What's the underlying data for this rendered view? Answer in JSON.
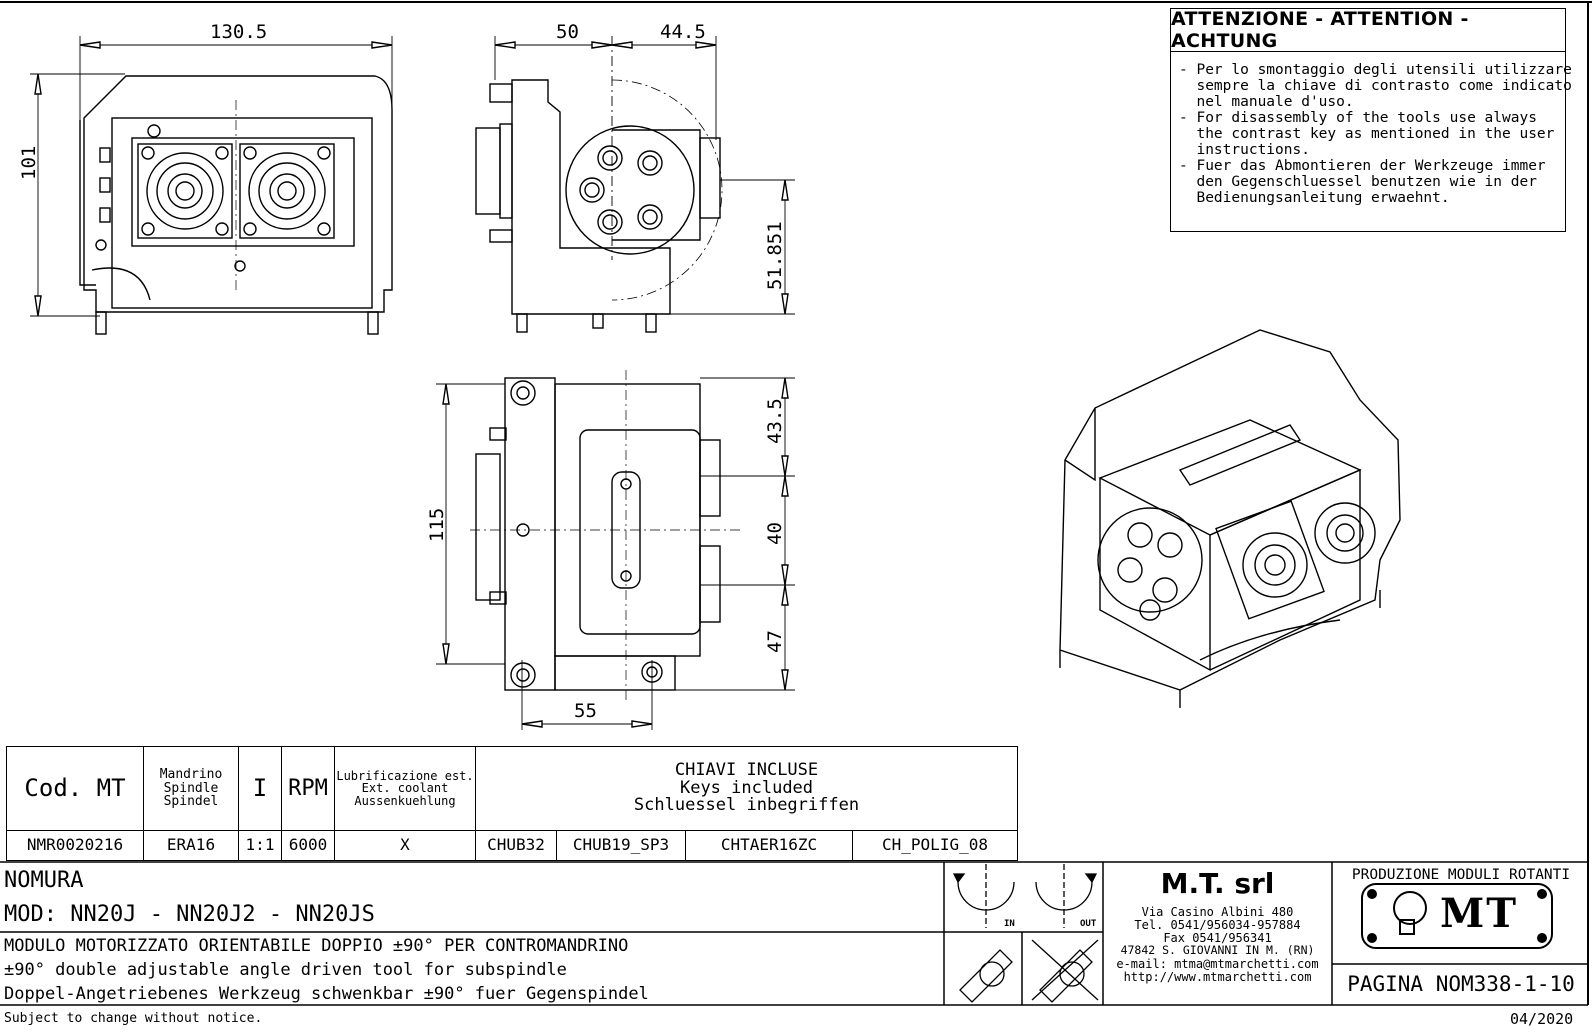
{
  "dimensions": {
    "front_width": "130.5",
    "front_height": "101",
    "side_width_a": "50",
    "side_width_b": "44.5",
    "side_height": "51.851",
    "bottom_width": "55",
    "top_height": "115",
    "right_h1": "43.5",
    "right_h2": "40",
    "right_h3": "47"
  },
  "warning": {
    "title": "ATTENZIONE - ATTENTION - ACHTUNG",
    "lines": [
      "- Per lo smontaggio degli utensili utilizzare",
      "  sempre la chiave di contrasto come indicato",
      "  nel manuale d'uso.",
      "- For disassembly of the tools use always",
      "  the contrast key as mentioned in the user",
      "  instructions.",
      "- Fuer das Abmontieren der Werkzeuge immer",
      "  den Gegenschluessel benutzen wie in der",
      "  Bedienungsanleitung erwaehnt."
    ]
  },
  "spec_table": {
    "header": {
      "cod": "Cod. MT",
      "spindle": [
        "Mandrino",
        "Spindle",
        "Spindel"
      ],
      "ratio": "I",
      "rpm": "RPM",
      "coolant": [
        "Lubrificazione est.",
        "Ext. coolant",
        "Aussenkuehlung"
      ],
      "keys": [
        "CHIAVI INCLUSE",
        "Keys included",
        "Schluessel inbegriffen"
      ]
    },
    "row": {
      "cod": "NMR0020216",
      "spindle": "ERA16",
      "ratio": "1:1",
      "rpm": "6000",
      "coolant": "X",
      "keys": [
        "CHUB32",
        "CHUB19_SP3",
        "CHTAER16ZC",
        "CH_POLIG_08"
      ]
    }
  },
  "title_block": {
    "brand": "NOMURA",
    "model": "MOD: NN20J - NN20J2 - NN20JS",
    "desc_it": "MODULO MOTORIZZATO ORIENTABILE DOPPIO ±90° PER CONTROMANDRINO",
    "desc_en": "±90° double adjustable angle driven tool for subspindle",
    "desc_de": "Doppel-Angetriebenes Werkzeug schwenkbar ±90° fuer Gegenspindel",
    "rotation_in": "IN",
    "rotation_out": "OUT"
  },
  "company": {
    "name": "M.T. srl",
    "address": "Via Casino Albini 480",
    "tel": "Tel. 0541/956034-957884",
    "fax": "Fax 0541/956341",
    "city": "47842 S. GIOVANNI IN M. (RN)",
    "email": "e-mail: mtma@mtmarchetti.com",
    "web": "http://www.mtmarchetti.com",
    "division": "PRODUZIONE MODULI ROTANTI",
    "logo_text": "MT",
    "page": "PAGINA NOM338-1-10"
  },
  "footer": {
    "notice": "Subject to change without notice.",
    "date": "04/2020"
  }
}
